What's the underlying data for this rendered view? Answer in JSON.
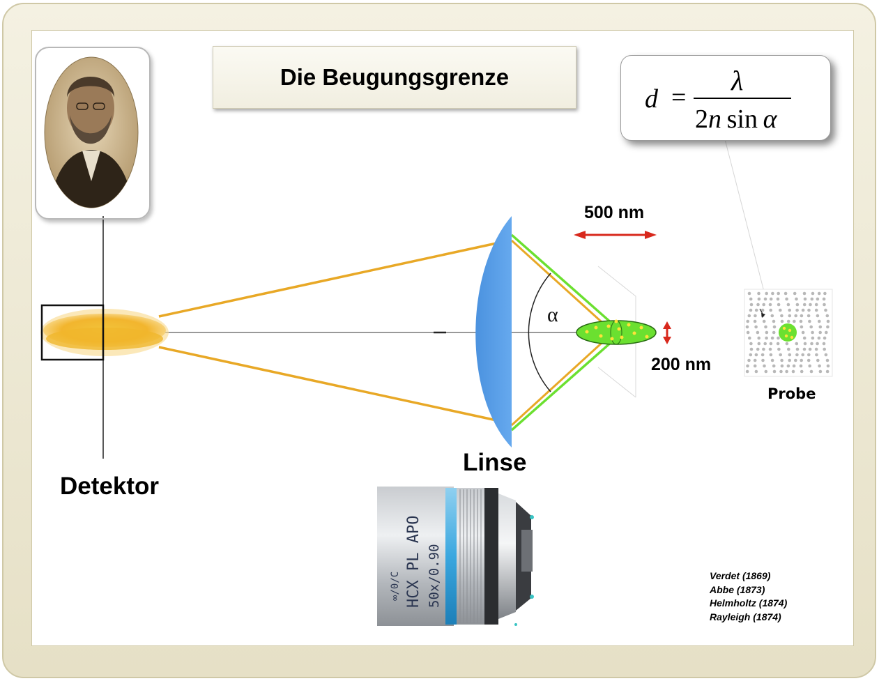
{
  "title": "Die Beugungsgrenze",
  "formula": {
    "lhs": "d",
    "equals": "=",
    "numerator": "λ",
    "denominator_prefix": "2",
    "denominator_n": "n",
    "denominator_sin": "sin",
    "denominator_alpha": "α"
  },
  "labels": {
    "detector": "Detektor",
    "lens": "Linse",
    "angle": "α",
    "lateral_size": "500 nm",
    "axial_size": "200 nm",
    "sample": "Probe"
  },
  "objective": {
    "line1": "∞/0/C",
    "line2": "HCX PL APO",
    "line3": "50x/0.90"
  },
  "references": [
    "Verdet (1869)",
    "Abbe (1873)",
    "Helmholtz (1874)",
    "Rayleigh (1874)"
  ],
  "colors": {
    "beam": "#e8a826",
    "lens": "#5a9ee6",
    "focus": "#6be030",
    "arrow": "#d8281c",
    "frame": "#ede8d2"
  }
}
